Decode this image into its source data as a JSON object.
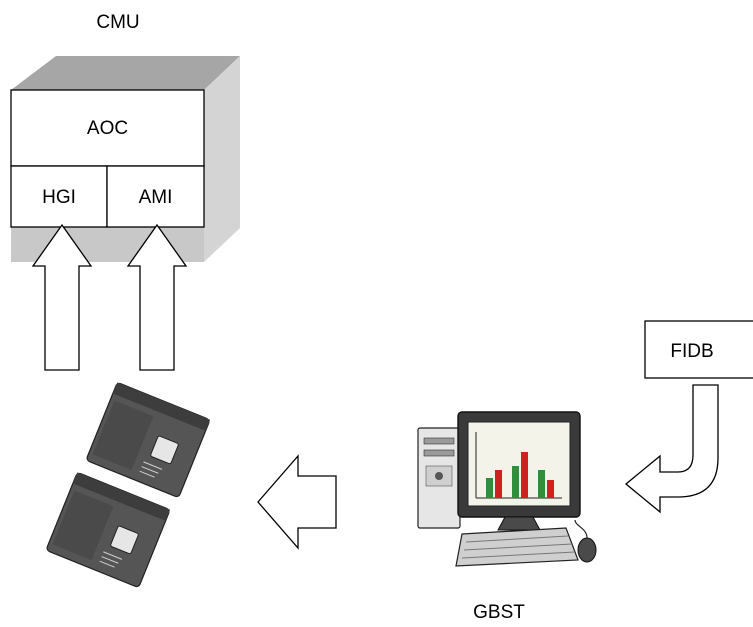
{
  "cmu": {
    "label": "CMU",
    "aoc_label": "AOC",
    "hgi_label": "HGI",
    "ami_label": "AMI"
  },
  "fidb": {
    "label": "FIDB"
  },
  "gbst": {
    "label": "GBST"
  },
  "colors": {
    "line": "#000000",
    "box_fill": "#ffffff",
    "cube_top": "#a6a6a6",
    "cube_side": "#d4d4d4",
    "cube_bottom": "#c8c8c8",
    "device_body": "#555555",
    "monitor_screen": "#f3f3ea",
    "chart_red": "#d02020",
    "chart_green": "#2f8f3a"
  },
  "icons": {
    "disks": "disk-cartridge-icon",
    "computer": "desktop-computer-icon"
  }
}
